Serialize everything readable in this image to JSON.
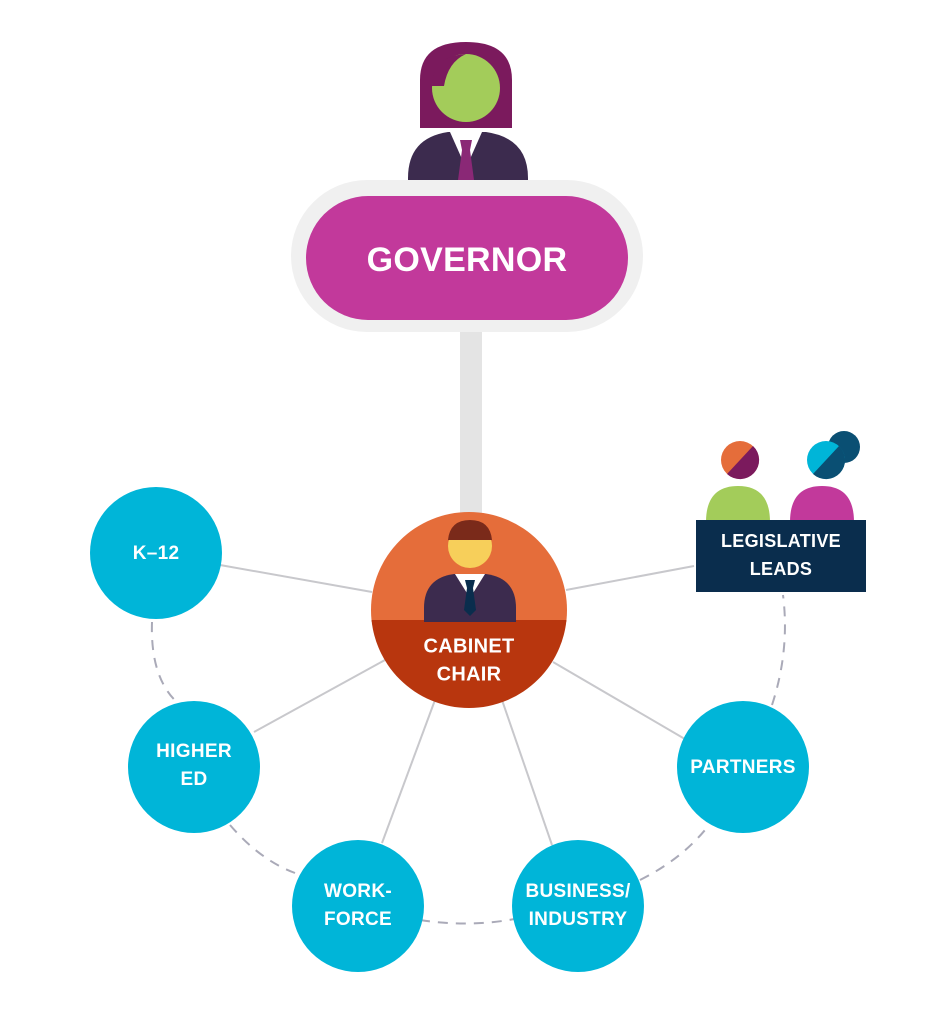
{
  "governor": {
    "label": "GOVERNOR"
  },
  "cabinet_chair": {
    "line1": "CABINET",
    "line2": "CHAIR"
  },
  "legislative_leads": {
    "line1": "LEGISLATIVE",
    "line2": "LEADS"
  },
  "stakeholders": {
    "k12": {
      "line1": "K–12"
    },
    "higher_ed": {
      "line1": "HIGHER",
      "line2": "ED"
    },
    "workforce": {
      "line1": "WORK-",
      "line2": "FORCE"
    },
    "business_industry": {
      "line1": "BUSINESS/",
      "line2": "INDUSTRY"
    },
    "partners": {
      "line1": "PARTNERS"
    }
  },
  "colors": {
    "magenta": "#c2399b",
    "cyan": "#00b5d8",
    "orange": "#e56d3a",
    "rust": "#b8360e",
    "navy": "#0a2d4d",
    "suit": "#3c2b4e",
    "gray_connector": "#e4e4e4"
  }
}
